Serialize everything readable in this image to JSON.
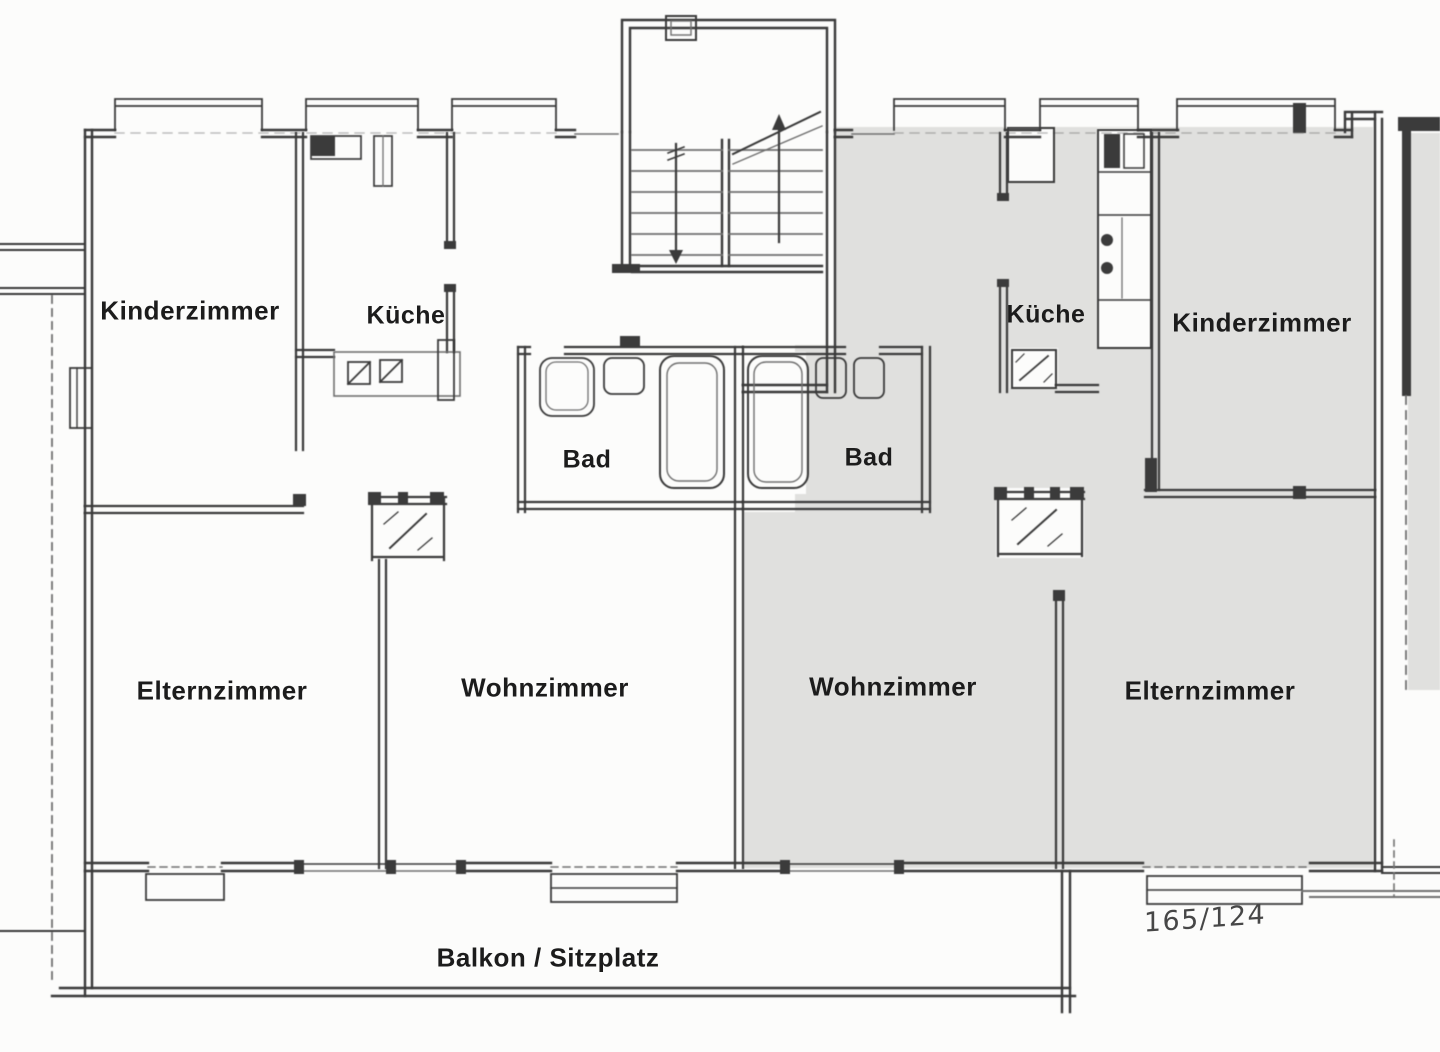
{
  "meta": {
    "document_type": "floor-plan",
    "plot_number": "165/124"
  },
  "colors": {
    "paper": "#fcfcfb",
    "shade": "#e0e0de",
    "ink": "#3b3b3b"
  },
  "rooms": [
    {
      "id": "kinderzimmer-left",
      "label": "Kinderzimmer",
      "wing": "left",
      "highlighted": false
    },
    {
      "id": "kueche-left",
      "label": "Küche",
      "wing": "left",
      "highlighted": false
    },
    {
      "id": "bad-left",
      "label": "Bad",
      "wing": "left",
      "highlighted": false
    },
    {
      "id": "elternzimmer-left",
      "label": "Elternzimmer",
      "wing": "left",
      "highlighted": false
    },
    {
      "id": "wohnzimmer-left",
      "label": "Wohnzimmer",
      "wing": "left",
      "highlighted": false
    },
    {
      "id": "bad-right",
      "label": "Bad",
      "wing": "right",
      "highlighted": true
    },
    {
      "id": "kueche-right",
      "label": "Küche",
      "wing": "right",
      "highlighted": true
    },
    {
      "id": "kinderzimmer-right",
      "label": "Kinderzimmer",
      "wing": "right",
      "highlighted": true
    },
    {
      "id": "wohnzimmer-right",
      "label": "Wohnzimmer",
      "wing": "right",
      "highlighted": true
    },
    {
      "id": "elternzimmer-right",
      "label": "Elternzimmer",
      "wing": "right",
      "highlighted": true
    }
  ],
  "outdoor": {
    "balcony_label": "Balkon / Sitzplatz"
  }
}
